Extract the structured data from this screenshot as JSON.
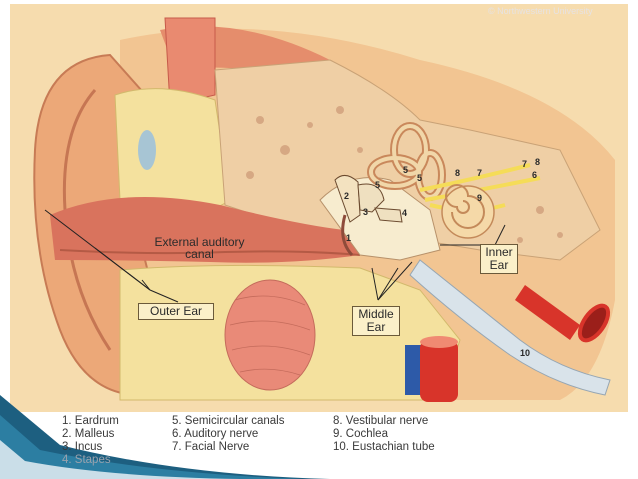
{
  "copyright": "© Northwestern University",
  "regions": {
    "external_auditory_canal": [
      "External auditory",
      "canal"
    ],
    "outer_ear": "Outer Ear",
    "middle_ear": [
      "Middle",
      "Ear"
    ],
    "inner_ear": [
      "Inner",
      "Ear"
    ]
  },
  "markers": [
    "1",
    "2",
    "3",
    "4",
    "5",
    "5",
    "5",
    "6",
    "7",
    "7",
    "8",
    "8",
    "9",
    "10"
  ],
  "legend": {
    "col1": [
      "1. Eardrum",
      "2. Malleus",
      "3. Incus",
      "4. Stapes"
    ],
    "col2": [
      "5. Semicircular canals",
      "6. Auditory nerve",
      "7. Facial Nerve"
    ],
    "col3": [
      "8. Vestibular nerve",
      "9. Cochlea",
      "10. Eustachian tube"
    ]
  },
  "colors": {
    "background": "#f6dcae",
    "skin": "#f0b583",
    "canal": "#d9735d",
    "cartilage": "#f4e19e",
    "bone": "#efcfa5",
    "cochlea": "#f5d9a8",
    "nerve": "#f5dc58",
    "vessel_red": "#d8342a",
    "vessel_blue": "#2d5aa8",
    "corner_swoosh": "#1d5f80"
  }
}
